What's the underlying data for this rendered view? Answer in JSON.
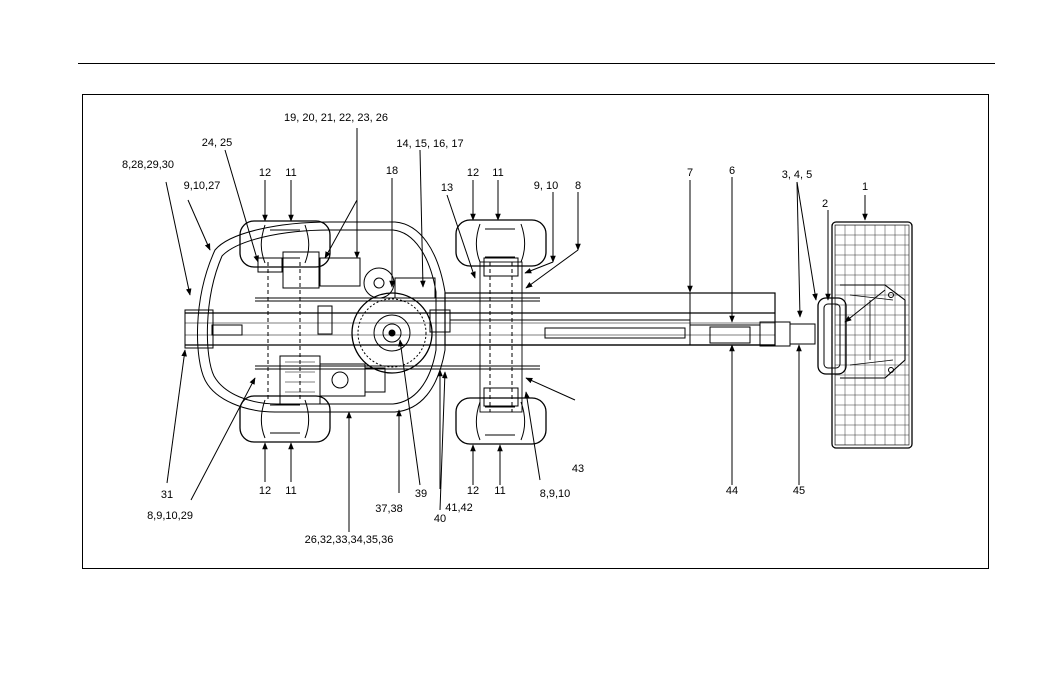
{
  "figure": {
    "callouts": [
      {
        "id": "c1",
        "text": "1"
      },
      {
        "id": "c2",
        "text": "2"
      },
      {
        "id": "c3",
        "text": "3, 4, 5"
      },
      {
        "id": "c6",
        "text": "6"
      },
      {
        "id": "c7",
        "text": "7"
      },
      {
        "id": "c8a",
        "text": "8"
      },
      {
        "id": "c9a",
        "text": "9, 10"
      },
      {
        "id": "c11a",
        "text": "11"
      },
      {
        "id": "c12a",
        "text": "12"
      },
      {
        "id": "c13",
        "text": "13"
      },
      {
        "id": "c14",
        "text": "14, 15, 16, 17"
      },
      {
        "id": "c18",
        "text": "18"
      },
      {
        "id": "c19",
        "text": "19, 20, 21, 22, 23, 26"
      },
      {
        "id": "c24",
        "text": "24, 25"
      },
      {
        "id": "c12b",
        "text": "12"
      },
      {
        "id": "c11b",
        "text": "11"
      },
      {
        "id": "c8b",
        "text": "8,28,29,30"
      },
      {
        "id": "c9b",
        "text": "9,10,27"
      },
      {
        "id": "c31",
        "text": "31"
      },
      {
        "id": "c8c",
        "text": "8,9,10,29"
      },
      {
        "id": "c12c",
        "text": "12"
      },
      {
        "id": "c11c",
        "text": "11"
      },
      {
        "id": "c26",
        "text": "26,32,33,34,35,36"
      },
      {
        "id": "c37",
        "text": "37,38"
      },
      {
        "id": "c39",
        "text": "39"
      },
      {
        "id": "c40",
        "text": "40"
      },
      {
        "id": "c41",
        "text": "41,42"
      },
      {
        "id": "c12d",
        "text": "12"
      },
      {
        "id": "c11d",
        "text": "11"
      },
      {
        "id": "c8d",
        "text": "8,9,10"
      },
      {
        "id": "c43",
        "text": "43"
      },
      {
        "id": "c44",
        "text": "44"
      },
      {
        "id": "c45",
        "text": "45"
      }
    ]
  }
}
